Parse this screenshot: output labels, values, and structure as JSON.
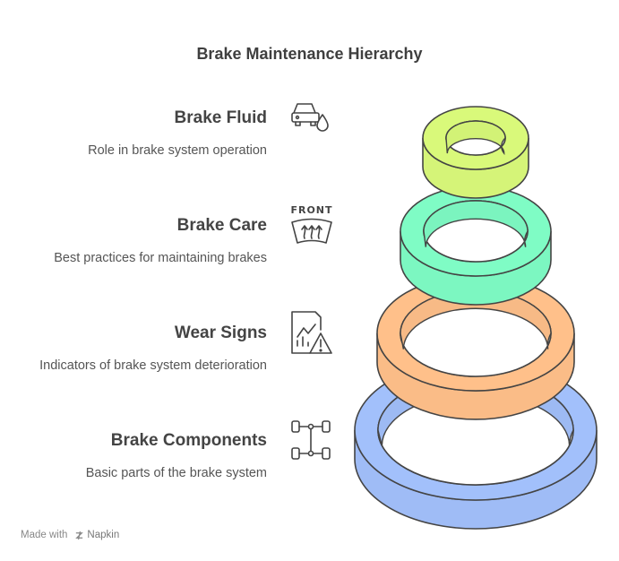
{
  "title": "Brake Maintenance Hierarchy",
  "levels": [
    {
      "heading": "Brake Fluid",
      "description": "Role in brake system operation",
      "icon": "car-fluid-drop-icon",
      "color": "#d9f97a"
    },
    {
      "heading": "Brake Care",
      "description": "Best practices for maintaining brakes",
      "icon": "front-defrost-icon",
      "icon_text": "FRONT",
      "color": "#7ffcc5"
    },
    {
      "heading": "Wear Signs",
      "description": "Indicators of brake system deterioration",
      "icon": "chart-warning-icon",
      "color": "#ffc08a"
    },
    {
      "heading": "Brake Components",
      "description": "Basic parts of the brake system",
      "icon": "axle-chassis-icon",
      "color": "#a2c0fb"
    }
  ],
  "footer": {
    "made_with": "Made with",
    "brand": "Napkin"
  }
}
